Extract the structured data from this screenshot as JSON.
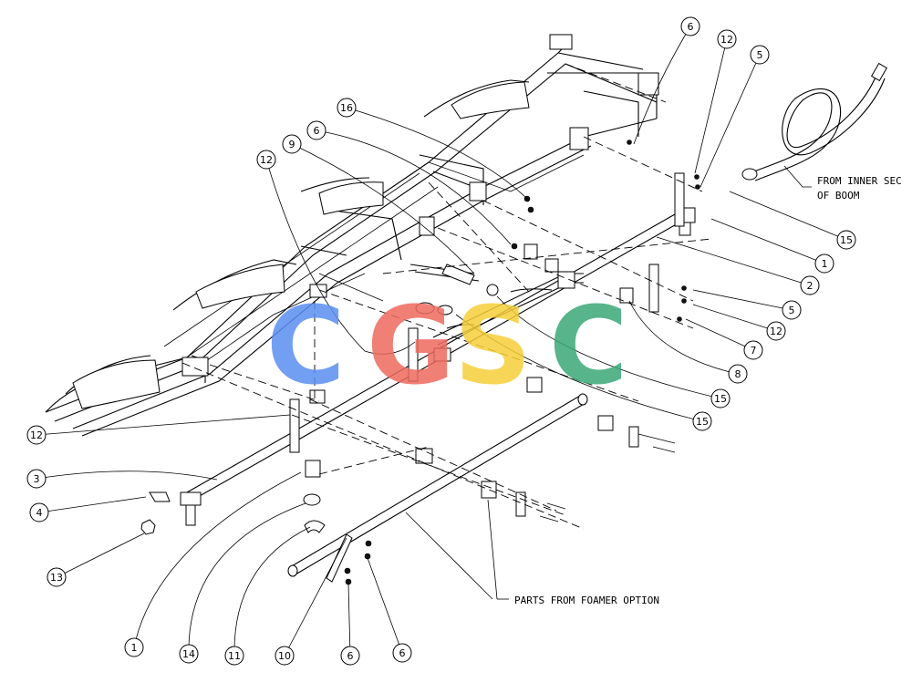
{
  "diagram": {
    "annotations": {
      "from_inner_line1": "FROM INNER SEC",
      "from_inner_line2": "OF BOOM",
      "foamer_note": "PARTS FROM FOAMER OPTION"
    },
    "watermark": {
      "letters": [
        "C",
        "G",
        "S",
        "C"
      ],
      "colors": [
        "#5b8ff0",
        "#ee6a5f",
        "#f6cf3a",
        "#3aa877"
      ]
    },
    "callouts": [
      {
        "id": "c6a",
        "label": "6"
      },
      {
        "id": "c12a",
        "label": "12"
      },
      {
        "id": "c5a",
        "label": "5"
      },
      {
        "id": "c16",
        "label": "16"
      },
      {
        "id": "c6b",
        "label": "6"
      },
      {
        "id": "c9",
        "label": "9"
      },
      {
        "id": "c12b",
        "label": "12"
      },
      {
        "id": "c15a",
        "label": "15"
      },
      {
        "id": "c1a",
        "label": "1"
      },
      {
        "id": "c2",
        "label": "2"
      },
      {
        "id": "c5b",
        "label": "5"
      },
      {
        "id": "c12c",
        "label": "12"
      },
      {
        "id": "c7",
        "label": "7"
      },
      {
        "id": "c8",
        "label": "8"
      },
      {
        "id": "c15b",
        "label": "15"
      },
      {
        "id": "c15c",
        "label": "15"
      },
      {
        "id": "c12d",
        "label": "12"
      },
      {
        "id": "c3",
        "label": "3"
      },
      {
        "id": "c4",
        "label": "4"
      },
      {
        "id": "c13",
        "label": "13"
      },
      {
        "id": "c1b",
        "label": "1"
      },
      {
        "id": "c14",
        "label": "14"
      },
      {
        "id": "c11",
        "label": "11"
      },
      {
        "id": "c10",
        "label": "10"
      },
      {
        "id": "c6c",
        "label": "6"
      },
      {
        "id": "c6d",
        "label": "6"
      }
    ]
  }
}
